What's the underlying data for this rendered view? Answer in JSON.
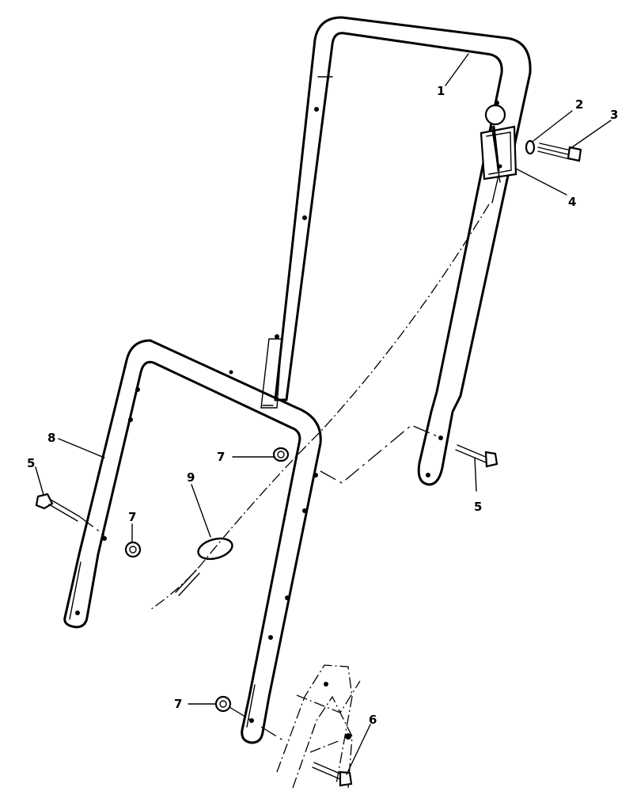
{
  "callouts": [
    {
      "id": "callout-1",
      "text": "1"
    },
    {
      "id": "callout-2",
      "text": "2"
    },
    {
      "id": "callout-3",
      "text": "3"
    },
    {
      "id": "callout-4",
      "text": "4"
    },
    {
      "id": "callout-5a",
      "text": "5"
    },
    {
      "id": "callout-5b",
      "text": "5"
    },
    {
      "id": "callout-6",
      "text": "6"
    },
    {
      "id": "callout-7a",
      "text": "7"
    },
    {
      "id": "callout-7b",
      "text": "7"
    },
    {
      "id": "callout-7c",
      "text": "7"
    },
    {
      "id": "callout-8",
      "text": "8"
    },
    {
      "id": "callout-9",
      "text": "9"
    }
  ]
}
